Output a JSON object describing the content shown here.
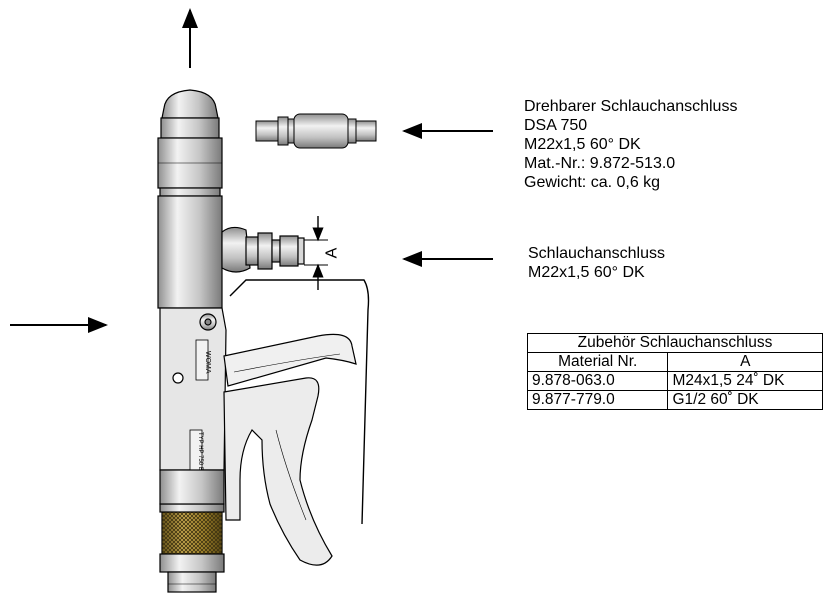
{
  "callout_dsa": {
    "lines": [
      "Drehbarer Schlauchanschluss",
      "DSA 750",
      "M22x1,5  60° DK",
      "Mat.-Nr.: 9.872-513.0",
      "Gewicht: ca. 0,6 kg"
    ]
  },
  "callout_hose": {
    "lines": [
      "Schlauchanschluss",
      "M22x1,5 60° DK"
    ]
  },
  "dimension": {
    "label": "A"
  },
  "accessory_table": {
    "title": "Zubehör Schlauchanschluss",
    "headers": [
      "Material Nr.",
      "A"
    ],
    "rows": [
      [
        "9.878-063.0",
        "M24x1,5 24˚ DK"
      ],
      [
        "9.877-779.0",
        "G1/2 60˚ DK"
      ]
    ]
  },
  "gun_markings": {
    "brand": "WOMA",
    "type_plate": "TYP HP 750 E"
  },
  "colors": {
    "body_grey": "#c8c8c8",
    "highlight": "#f4f4f4",
    "brass_sleeve": "#a8892c",
    "outline": "#000000"
  }
}
